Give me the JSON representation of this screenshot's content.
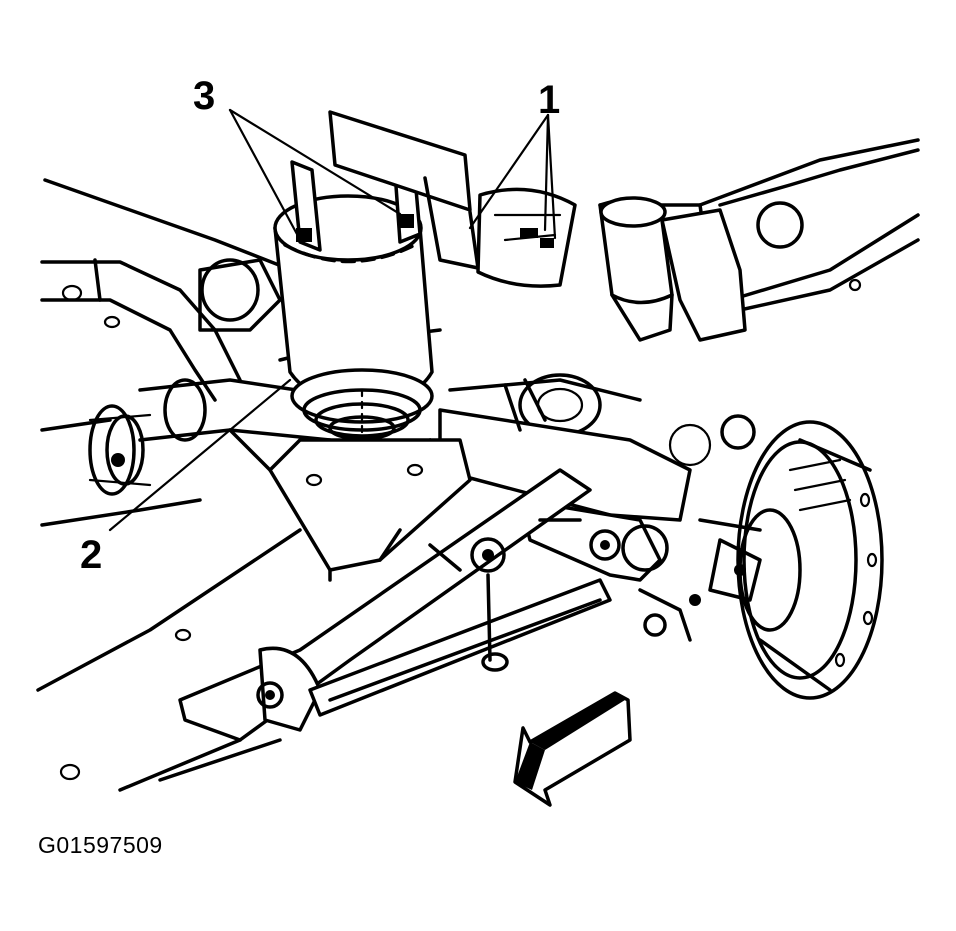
{
  "callouts": [
    {
      "label": "1",
      "part": "air-spring-fasteners"
    },
    {
      "label": "2",
      "part": "air-spring"
    },
    {
      "label": "3",
      "part": "upper-mount-tabs"
    }
  ],
  "figure_id": "G01597509",
  "colors": {
    "ink": "#000000",
    "paper": "#ffffff"
  },
  "icons": {
    "direction_arrow": "front-direction-arrow-icon"
  }
}
